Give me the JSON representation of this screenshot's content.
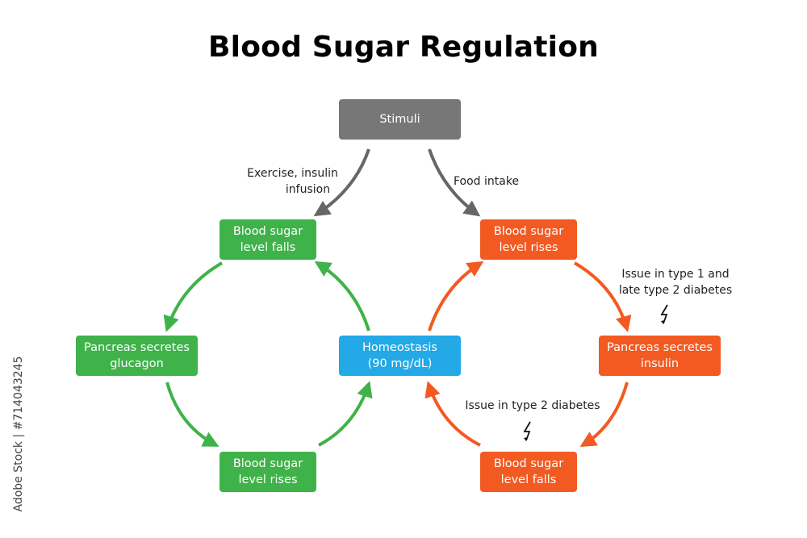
{
  "title": "Blood Sugar Regulation",
  "stimuli": "Stimuli",
  "left_stimulus": {
    "line1": "Exercise, insulin",
    "line2": "infusion"
  },
  "right_stimulus": "Food intake",
  "left_cycle": {
    "top": {
      "line1": "Blood sugar",
      "line2": "level falls"
    },
    "side": {
      "line1": "Pancreas secretes",
      "line2": "glucagon"
    },
    "bottom": {
      "line1": "Blood sugar",
      "line2": "level rises"
    }
  },
  "center": {
    "line1": "Homeostasis",
    "line2": "(90 mg/dL)"
  },
  "right_cycle": {
    "top": {
      "line1": "Blood sugar",
      "line2": "level rises"
    },
    "side": {
      "line1": "Pancreas secretes",
      "line2": "insulin"
    },
    "bottom": {
      "line1": "Blood sugar",
      "line2": "level falls"
    }
  },
  "issue_type1": {
    "line1": "Issue in type 1 and",
    "line2": "late type 2 diabetes"
  },
  "issue_type2": "Issue in type 2 diabetes",
  "watermark": "Adobe Stock | #714043245",
  "colors": {
    "stimuli": "#777777",
    "left_cycle": "#3fb24a",
    "right_cycle": "#f25a22",
    "center": "#22a9e6",
    "arrow_gray": "#666666"
  },
  "icons": {
    "issue_marker": "lightning-bolt-icon"
  }
}
